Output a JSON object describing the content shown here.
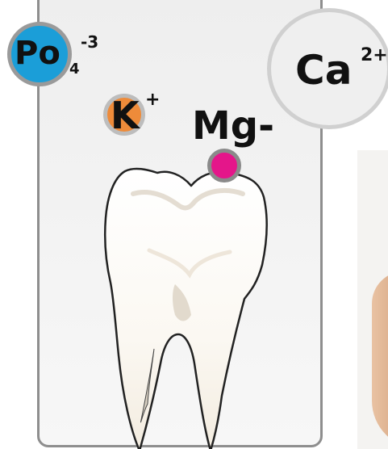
{
  "ions": {
    "phosphate": {
      "symbol": "Po",
      "subscript": "4",
      "charge": "-3",
      "color": "#1b9ed8"
    },
    "potassium": {
      "symbol": "K",
      "charge": "+",
      "color": "#ee8b3a"
    },
    "calcium": {
      "symbol": "Ca",
      "charge": "2+",
      "color": "#efefef"
    },
    "magnesium": {
      "symbol": "Mg-",
      "color": "#e4168a"
    }
  }
}
